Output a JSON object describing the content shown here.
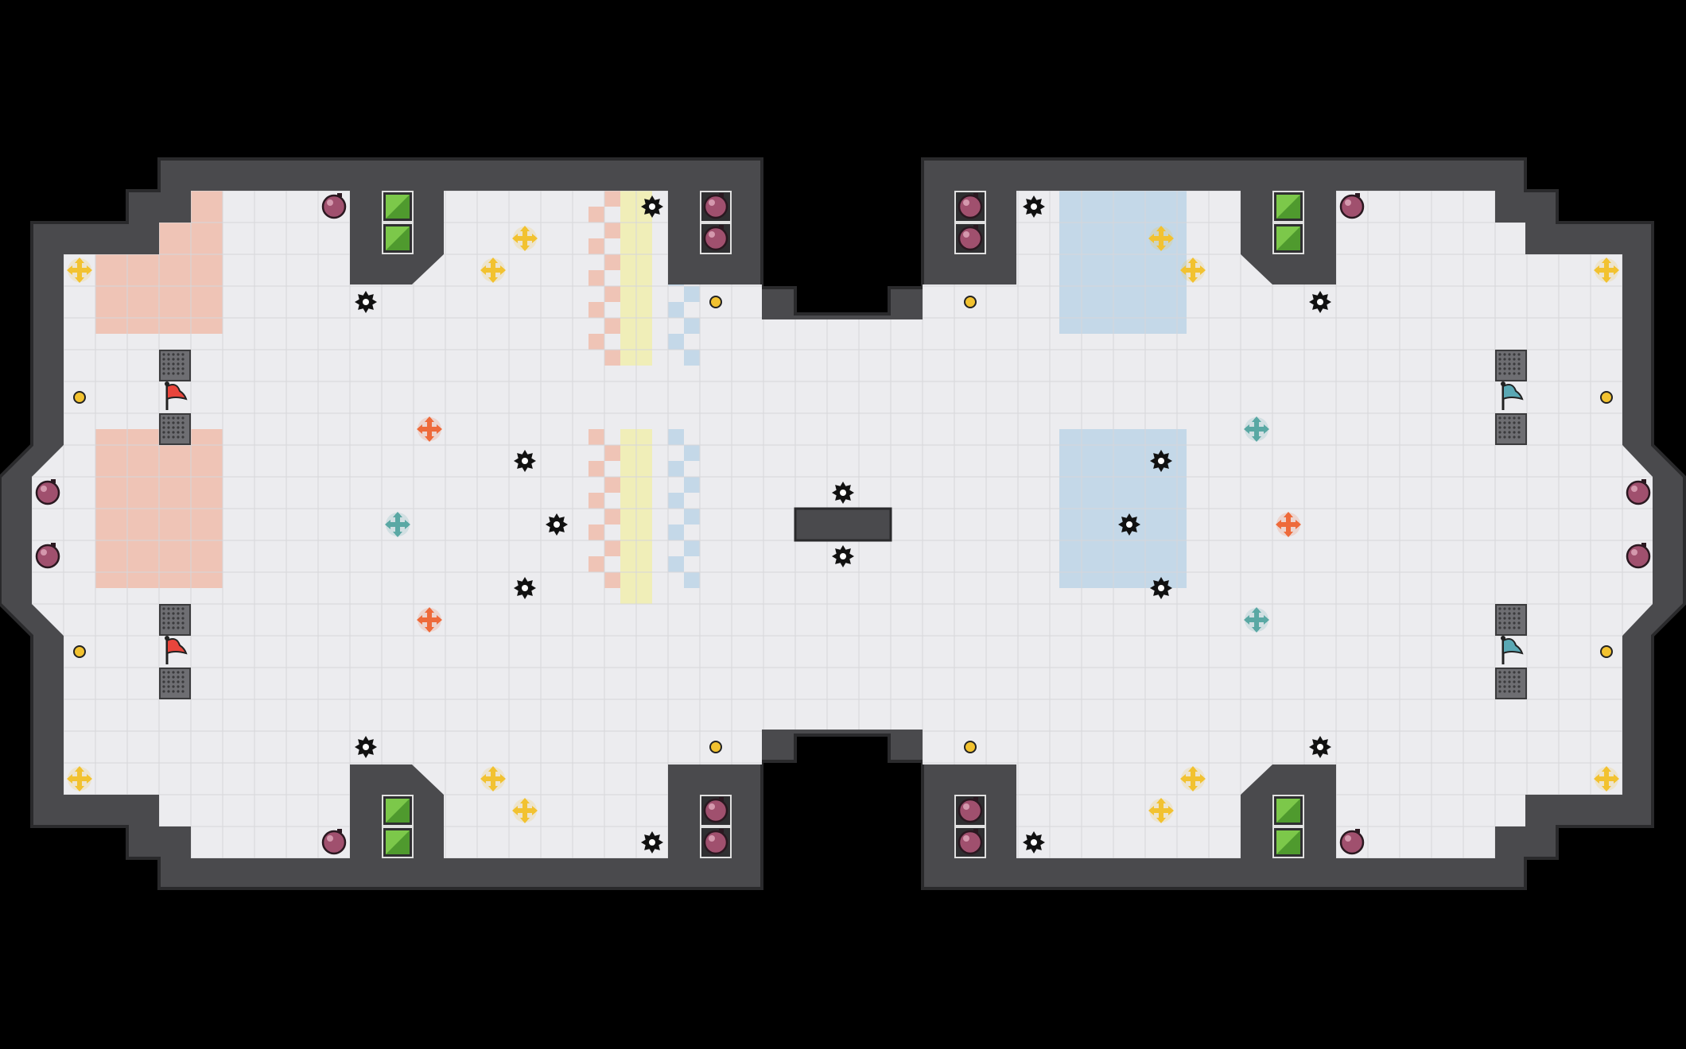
{
  "game": {
    "type": "capture-the-flag map",
    "view": "top-down",
    "teams": [
      "red",
      "blue"
    ]
  },
  "colors": {
    "background": "#000000",
    "wall": "#4a4a4d",
    "wall_outline": "#2a2a2c",
    "floor": "#ececef",
    "grid_line": "#d6d6da",
    "red_base": "#efc4b6",
    "blue_base": "#c4d8e8",
    "neutral_lane": "#f0eeb8",
    "boost_yellow": "#f2c230",
    "boost_orange": "#ee6a3a",
    "boost_teal": "#5aa8a4",
    "bomb": "#a0506e",
    "gate_green": "#7cc84a",
    "spike": "#111111",
    "coin": "#f2c230"
  },
  "objects": {
    "flags": [
      {
        "team": "red",
        "icon": "red-flag-icon"
      },
      {
        "team": "red",
        "icon": "red-flag-icon"
      },
      {
        "team": "blue",
        "icon": "blue-flag-icon"
      },
      {
        "team": "blue",
        "icon": "blue-flag-icon"
      }
    ],
    "icons": {
      "bomb": "bomb-icon",
      "spike": "spike-icon",
      "boost": "boost-pad-icon",
      "coin": "coin-icon",
      "gate": "gate-icon",
      "vent": "vent-icon"
    }
  }
}
